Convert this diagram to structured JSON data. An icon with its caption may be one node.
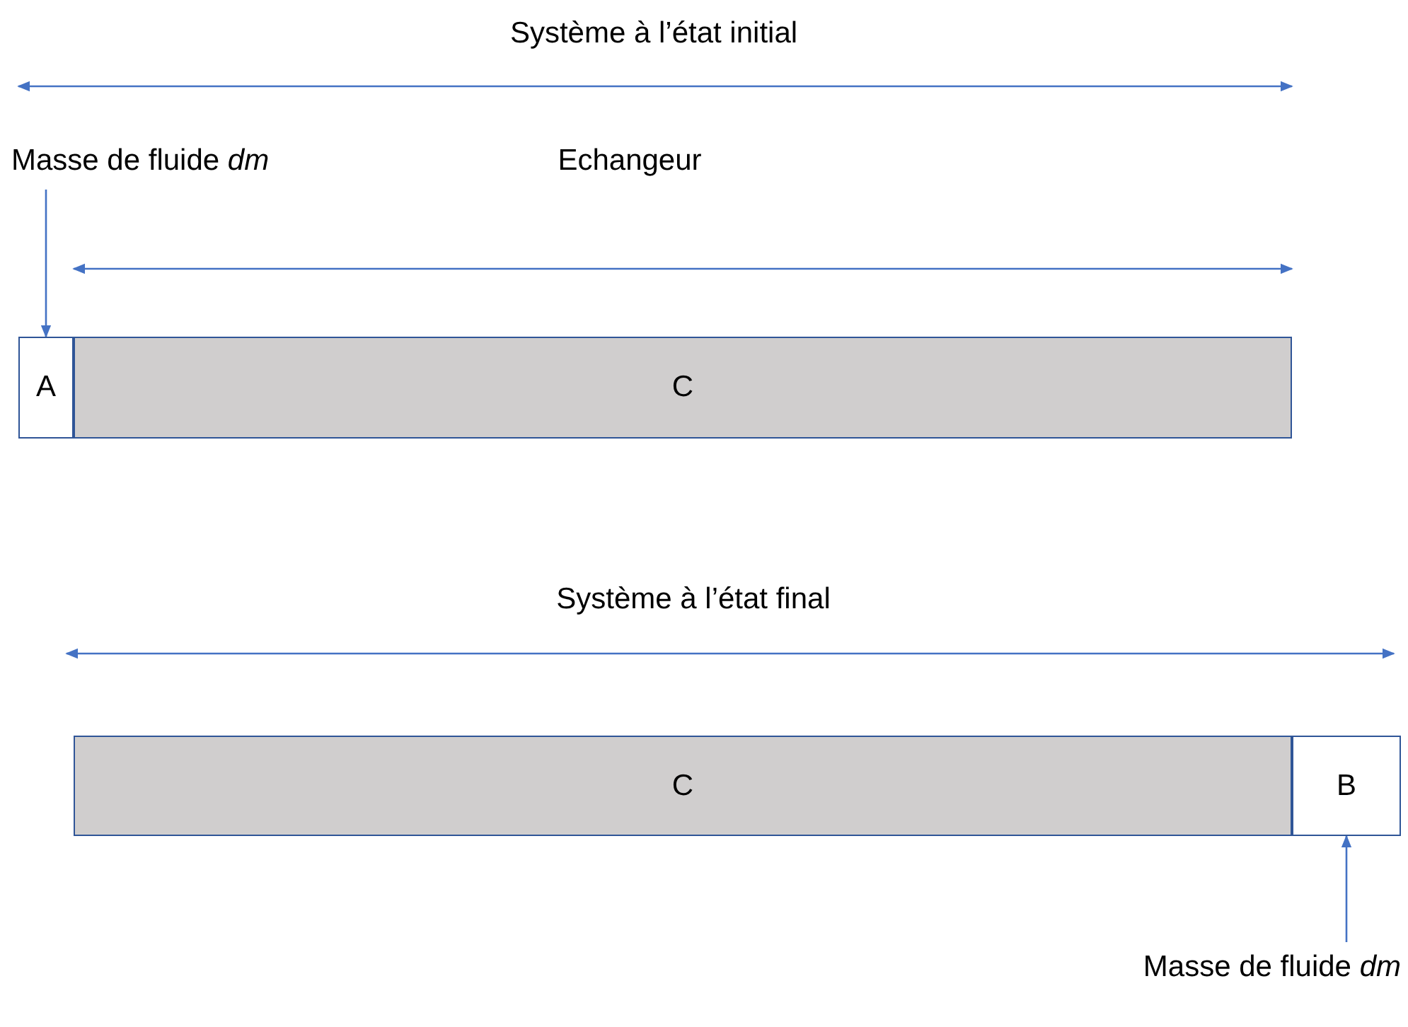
{
  "diagram": {
    "nodes": [
      {
        "text": [
          "Masse de fluide *dm*"
        ]
      },
      {
        "text": [
          "A"
        ]
      },
      {
        "text": [
          "C"
        ]
      },
      {
        "text": [
          "C"
        ]
      },
      {
        "text": [
          "B"
        ]
      },
      {
        "text": [
          "Masse de fluide *dm*"
        ]
      }
    ],
    "edges": [
      {
        "from": 0,
        "to": 1,
        "arrow": "to"
      },
      {
        "from": 5,
        "to": 4,
        "arrow": "to"
      }
    ],
    "labels": [
      "Système à l’état initial",
      "Echangeur",
      "Système à l’état final"
    ]
  }
}
